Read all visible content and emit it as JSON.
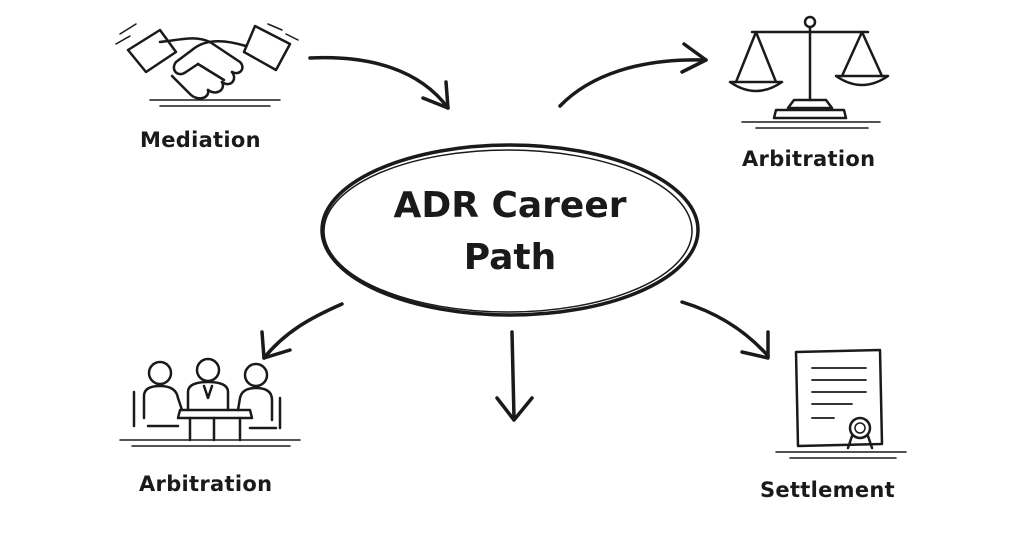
{
  "center": {
    "line1": "ADR Career",
    "line2": "Path"
  },
  "nodes": {
    "top_left": {
      "label": "Mediation",
      "icon": "handshake-icon"
    },
    "top_right": {
      "label": "Arbitration",
      "icon": "scales-of-justice-icon"
    },
    "bottom_left": {
      "label": "Arbitration",
      "icon": "meeting-table-icon"
    },
    "bottom_right": {
      "label": "Settlement",
      "icon": "certificate-document-icon"
    }
  },
  "colors": {
    "ink": "#1a1a1a",
    "background": "#ffffff"
  }
}
